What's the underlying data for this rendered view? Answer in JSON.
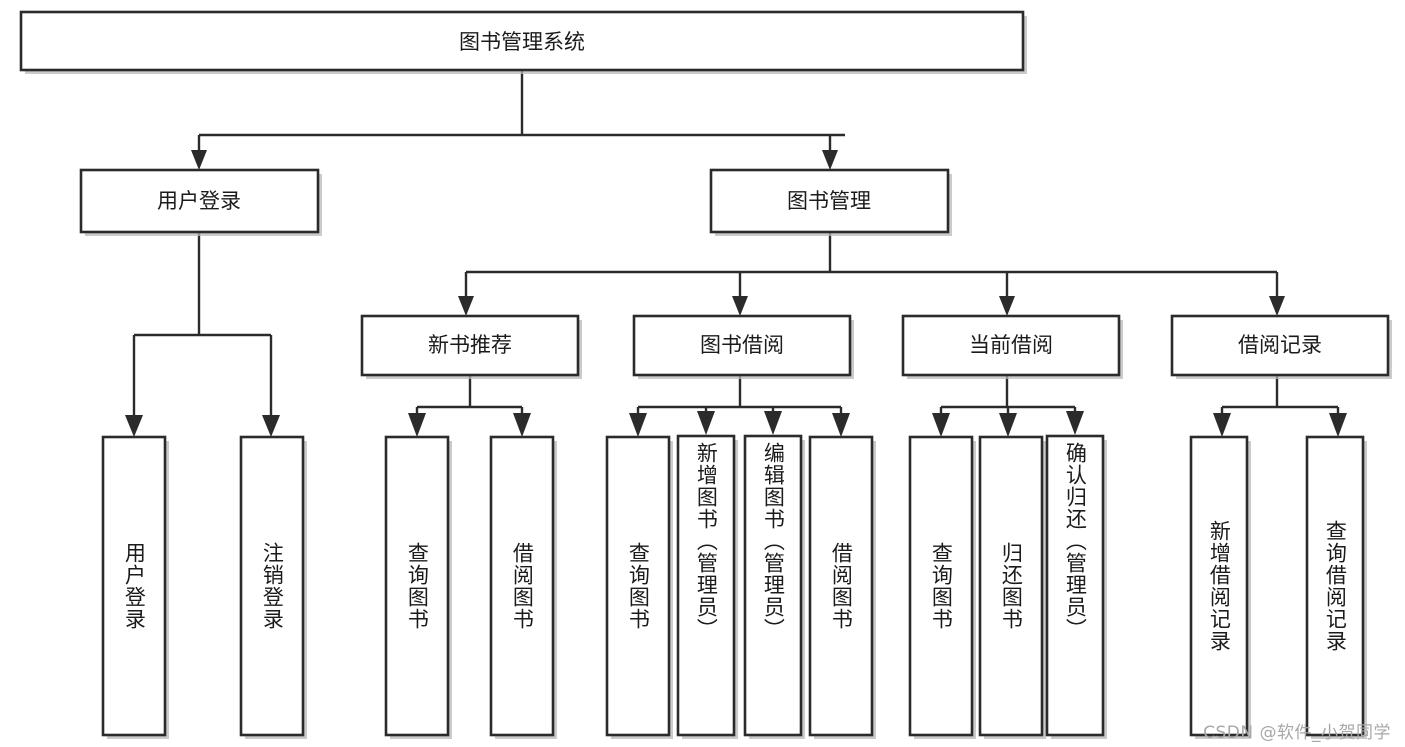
{
  "diagram": {
    "title": "图书管理系统",
    "type": "tree",
    "watermark": "CSDN @软件_小贺同学",
    "colors": {
      "box_stroke": "#2b2b2b",
      "box_fill": "#ffffff",
      "text": "#1b1b1b",
      "watermark": "#a8a8a8",
      "background": "#ffffff"
    },
    "levels": {
      "root": {
        "id": "root",
        "label": "图书管理系统",
        "orientation": "horizontal"
      },
      "level2": [
        {
          "id": "user-login",
          "label": "用户登录",
          "orientation": "horizontal"
        },
        {
          "id": "book-management",
          "label": "图书管理",
          "orientation": "horizontal"
        }
      ],
      "level3": [
        {
          "id": "new-book-recommend",
          "label": "新书推荐",
          "orientation": "horizontal",
          "parent": "book-management"
        },
        {
          "id": "book-borrow",
          "label": "图书借阅",
          "orientation": "horizontal",
          "parent": "book-management"
        },
        {
          "id": "current-borrow",
          "label": "当前借阅",
          "orientation": "horizontal",
          "parent": "book-management"
        },
        {
          "id": "borrow-record",
          "label": "借阅记录",
          "orientation": "horizontal",
          "parent": "book-management"
        }
      ],
      "leaves": [
        {
          "id": "leaf-user-login",
          "label": "用户登录",
          "orientation": "vertical",
          "parent": "user-login"
        },
        {
          "id": "leaf-logout",
          "label": "注销登录",
          "orientation": "vertical",
          "parent": "user-login"
        },
        {
          "id": "leaf-query-book-rec",
          "label": "查询图书",
          "orientation": "vertical",
          "parent": "new-book-recommend"
        },
        {
          "id": "leaf-borrow-book-rec",
          "label": "借阅图书",
          "orientation": "vertical",
          "parent": "new-book-recommend"
        },
        {
          "id": "leaf-query-book-borrow",
          "label": "查询图书",
          "orientation": "vertical",
          "parent": "book-borrow"
        },
        {
          "id": "leaf-add-book-admin",
          "label": "新增图书（管理员）",
          "orientation": "vertical",
          "parent": "book-borrow"
        },
        {
          "id": "leaf-edit-book-admin",
          "label": "编辑图书（管理员）",
          "orientation": "vertical",
          "parent": "book-borrow"
        },
        {
          "id": "leaf-borrow-book",
          "label": "借阅图书",
          "orientation": "vertical",
          "parent": "book-borrow"
        },
        {
          "id": "leaf-query-book-current",
          "label": "查询图书",
          "orientation": "vertical",
          "parent": "current-borrow"
        },
        {
          "id": "leaf-return-book",
          "label": "归还图书",
          "orientation": "vertical",
          "parent": "current-borrow"
        },
        {
          "id": "leaf-confirm-return-admin",
          "label": "确认归还（管理员）",
          "orientation": "vertical",
          "parent": "current-borrow"
        },
        {
          "id": "leaf-add-borrow-record",
          "label": "新增借阅记录",
          "orientation": "vertical",
          "parent": "borrow-record"
        },
        {
          "id": "leaf-query-borrow-record",
          "label": "查询借阅记录",
          "orientation": "vertical",
          "parent": "borrow-record"
        }
      ]
    }
  }
}
